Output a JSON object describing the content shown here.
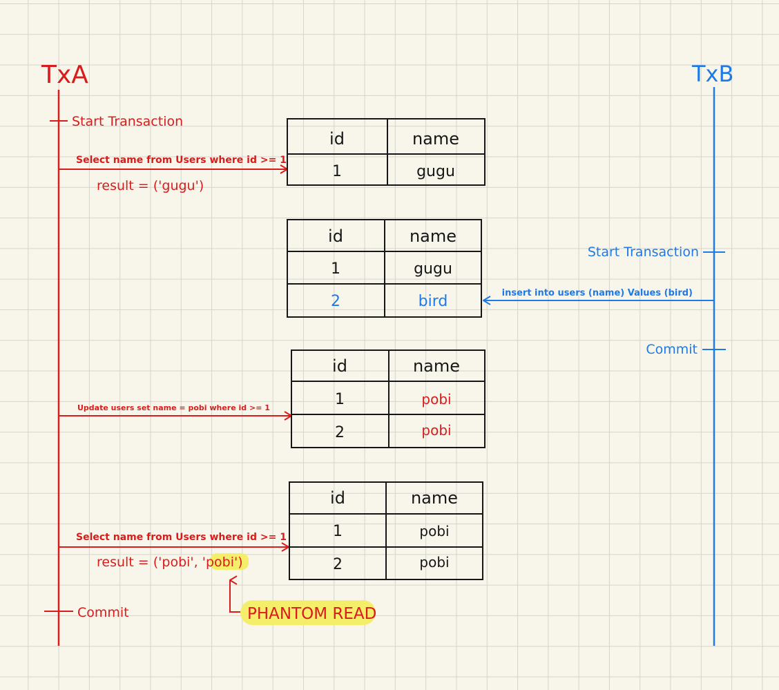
{
  "colors": {
    "txA": "#d81c1c",
    "txB": "#1e7ae6",
    "ink": "#161616",
    "highlight": "#f4ee6a",
    "grid": "#d4d4cd"
  },
  "txA": {
    "label": "TxA",
    "start": "Start Transaction",
    "select1": "Select name from Users where id >= 1",
    "result1": "result = ('gugu')",
    "update": "Update users set name = pobi where id >= 1",
    "select2": "Select name from Users where id >= 1",
    "result2_prefix": "result = ('pobi', ",
    "result2_highlight": "'pobi'",
    "result2_suffix": ")",
    "commit": "Commit"
  },
  "txB": {
    "label": "TxB",
    "start": "Start Transaction",
    "insert": "insert into users (name) Values (bird)",
    "commit": "Commit"
  },
  "annotation": {
    "label": "PHANTOM READ"
  },
  "tables": [
    {
      "header": [
        "id",
        "name"
      ],
      "rows": [
        [
          "1",
          "gugu"
        ]
      ]
    },
    {
      "header": [
        "id",
        "name"
      ],
      "rows": [
        [
          "1",
          "gugu"
        ],
        [
          "2",
          "bird"
        ]
      ]
    },
    {
      "header": [
        "id",
        "name"
      ],
      "rows": [
        [
          "1",
          "pobi"
        ],
        [
          "2",
          "pobi"
        ]
      ]
    },
    {
      "header": [
        "id",
        "name"
      ],
      "rows": [
        [
          "1",
          "pobi"
        ],
        [
          "2",
          "pobi"
        ]
      ]
    }
  ]
}
